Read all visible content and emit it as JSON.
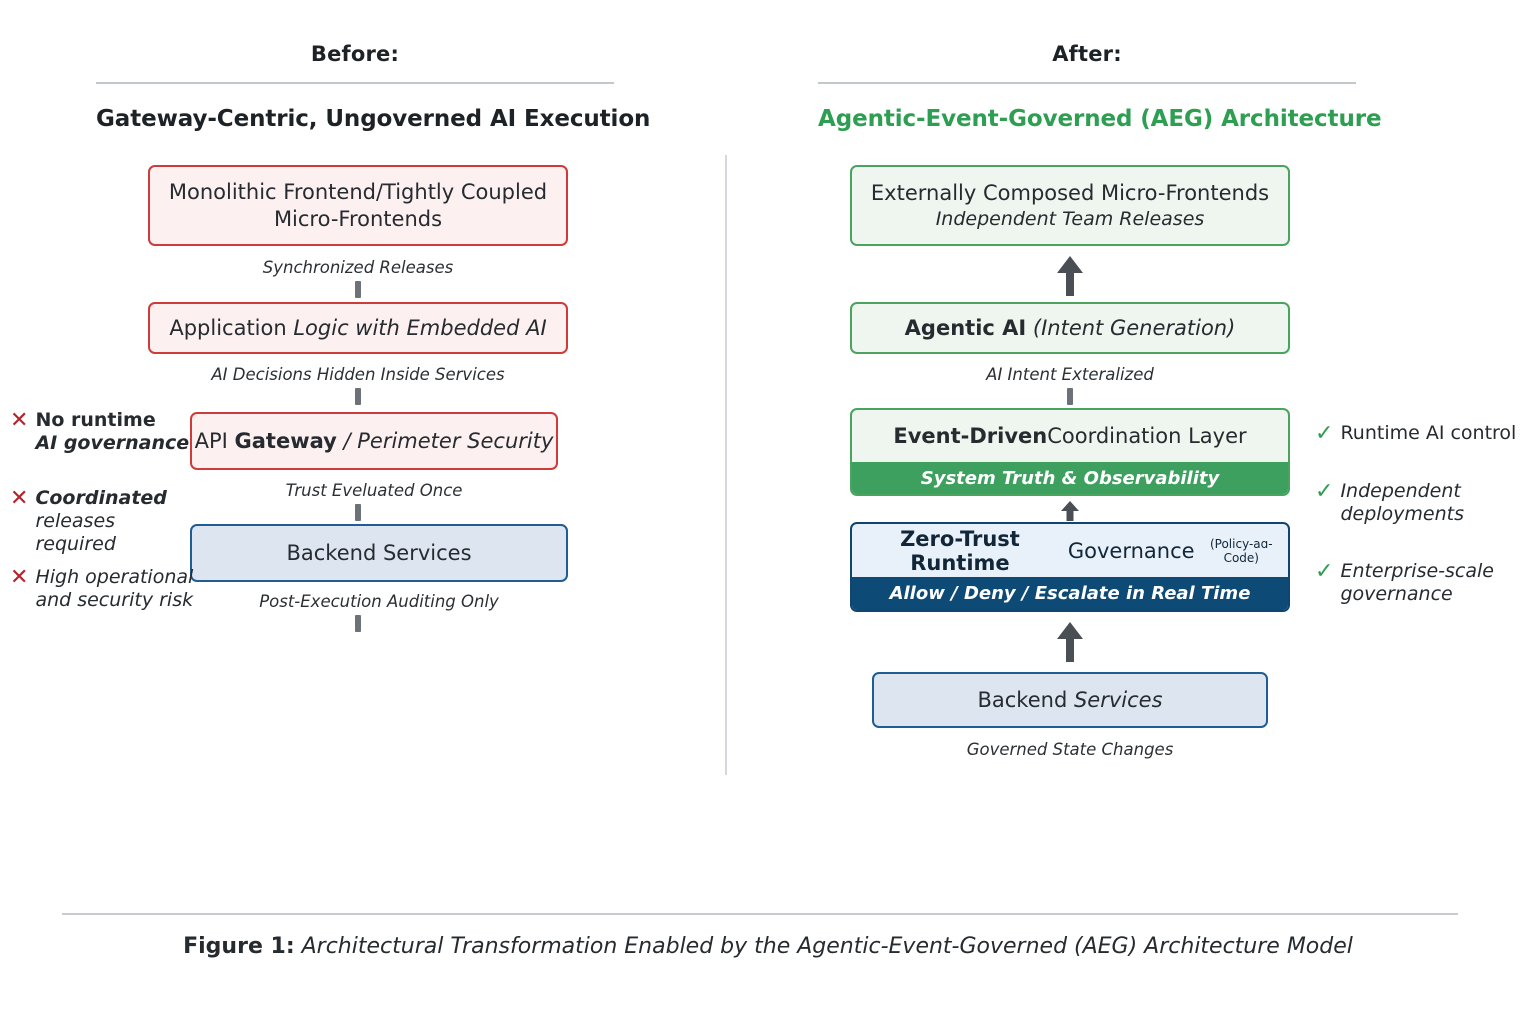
{
  "before": {
    "kicker": "Before:",
    "title": "Gateway-Centric, Ungoverned AI Execution",
    "boxes": {
      "frontend_line1": "Monolithic Frontend/Tightly Coupled",
      "frontend_line2": "Micro-Frontends",
      "app_logic_plain": "Application ",
      "app_logic_italic": "Logic with Embedded AI",
      "gateway_plain": "API ",
      "gateway_bold": "Gateway",
      "gateway_italic": " / Perimeter Security",
      "backend": "Backend Services"
    },
    "connectors": [
      "Synchronized Releases",
      "AI Decisions Hidden Inside Services",
      "Trust Eveluated Once",
      "Post-Execution Auditing Only"
    ],
    "bullets": [
      {
        "mark": "✕",
        "strong": "No runtime",
        "rest": "AI governance"
      },
      {
        "mark": "✕",
        "strong": "Coordinated",
        "rest": "releases required"
      },
      {
        "mark": "✕",
        "strong": "High operational",
        "rest": "and security risk"
      }
    ]
  },
  "after": {
    "kicker": "After:",
    "title": "Agentic-Event-Governed (AEG) Architecture",
    "boxes": {
      "microfrontends_line1": "Externally Composed Micro-Frontends",
      "microfrontends_line2": "Independent Team Releases",
      "agentic_bold": "Agentic AI",
      "agentic_italic": " (Intent Generation)",
      "event_bold": "Event-Driven",
      "event_plain": " Coordination Layer",
      "event_band": "System Truth & Observability",
      "zerotrust_bold": "Zero-Trust Runtime",
      "zerotrust_plain": " Governance",
      "zerotrust_small": " (Policy-aɑ-Code)",
      "zerotrust_band": "Allow / Deny / Escalate in Real Time",
      "backend_plain": "Backend ",
      "backend_italic": "Services"
    },
    "connectors": [
      "AI Intent Exteralized",
      "Governed State Changes"
    ],
    "bullets": [
      {
        "mark": "✓",
        "text": "Runtime AI control",
        "italic": false
      },
      {
        "mark": "✓",
        "line1": "Independent",
        "line2": "deployments",
        "italic": true
      },
      {
        "mark": "✓",
        "line1": "Enterprise-scale",
        "line2": "governance",
        "italic": true
      }
    ]
  },
  "caption": {
    "figure_number": "Figure 1:",
    "text": " Architectural Transformation Enabled by the Agentic-Event-Governed (AEG) Architecture Model"
  },
  "colors": {
    "red_border": "#cf3a3a",
    "red_fill": "#fdf0f0",
    "blue_border": "#1f5d93",
    "blue_fill": "#dde5f0",
    "green_border": "#4aa45f",
    "green_fill": "#eff5ef",
    "green_band": "#3da05e",
    "navy_band": "#0d4a75",
    "green_title": "#2e9e52",
    "bad_mark": "#b3242c",
    "good_mark": "#2f9e52"
  }
}
